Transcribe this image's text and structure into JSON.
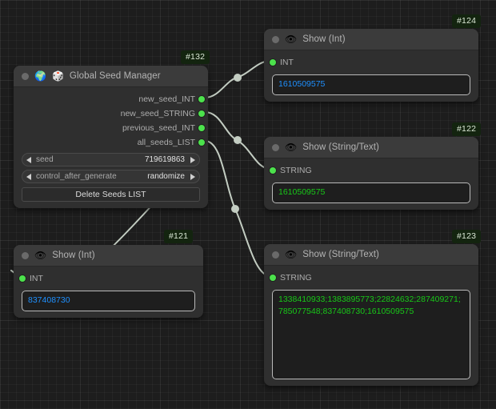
{
  "canvas": {
    "link_color": "#c3cdc2",
    "port_color": "#4ce24c",
    "background": "#1d1d1d"
  },
  "nodes": [
    {
      "id_label": "#132",
      "title": "Global Seed Manager",
      "icons": [
        "globe-emoji",
        "dice-emoji"
      ],
      "outputs": [
        {
          "label": "new_seed_INT"
        },
        {
          "label": "new_seed_STRING"
        },
        {
          "label": "previous_seed_INT"
        },
        {
          "label": "all_seeds_LIST"
        }
      ],
      "widgets": [
        {
          "name": "seed",
          "value": "719619863"
        },
        {
          "name": "control_after_generate",
          "value": "randomize"
        }
      ],
      "button": "Delete Seeds LIST"
    },
    {
      "id_label": "#124",
      "title": "Show (Int)",
      "icons": [
        "eye-emoji"
      ],
      "input": {
        "label": "INT"
      },
      "value": "1610509575",
      "value_color": "#1e90ff"
    },
    {
      "id_label": "#122",
      "title": "Show (String/Text)",
      "icons": [
        "eye-emoji"
      ],
      "input": {
        "label": "STRING"
      },
      "value": "1610509575",
      "value_color": "#18c818"
    },
    {
      "id_label": "#123",
      "title": "Show (String/Text)",
      "icons": [
        "eye-emoji"
      ],
      "input": {
        "label": "STRING"
      },
      "value": "1338410933;1383895773;22824632;287409271;785077548;837408730;1610509575",
      "value_color": "#18c818"
    },
    {
      "id_label": "#121",
      "title": "Show (Int)",
      "icons": [
        "eye-emoji"
      ],
      "input": {
        "label": "INT"
      },
      "value": "837408730",
      "value_color": "#1e90ff"
    }
  ],
  "glyphs": {
    "globe": "🌍",
    "dice": "🎲",
    "eye": "👁"
  }
}
